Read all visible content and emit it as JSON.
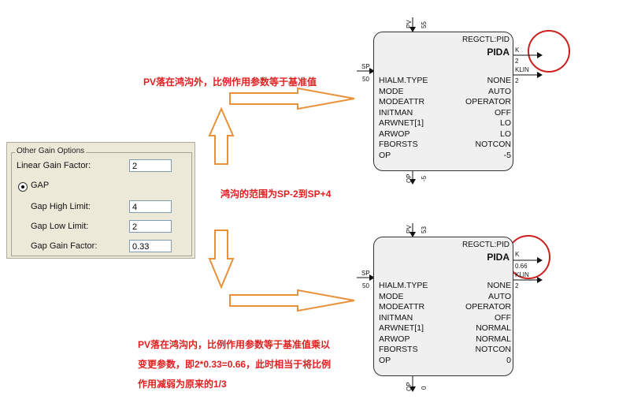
{
  "notes": {
    "top": "PV落在鸿沟外，比例作用参数等于基准值",
    "middle": "鸿沟的范围为SP-2到SP+4",
    "bottom_line1": "PV落在鸿沟内，比例作用参数等于基准值乘以",
    "bottom_line2": "变更参数，即2*0.33=0.66，此时相当于将比例",
    "bottom_line3": "作用减弱为原来的1/3"
  },
  "options_panel": {
    "group_title": "Other Gain Options",
    "linear_gain_label": "Linear Gain Factor:",
    "linear_gain_value": "2",
    "gap_label": "GAP",
    "gap_high_label": "Gap High Limit:",
    "gap_high_value": "4",
    "gap_low_label": "Gap Low Limit:",
    "gap_low_value": "2",
    "gap_gain_label": "Gap Gain Factor:",
    "gap_gain_value": "0.33"
  },
  "blocks": [
    {
      "type_label": "REGCTL:PID",
      "name": "PIDA",
      "pv_label": "PV",
      "pv_value": "55",
      "sp_label": "SP",
      "sp_value": "50",
      "k_label": "K",
      "k_value": "2",
      "klin_label": "KLIN",
      "klin_value": "2",
      "op_label": "OP",
      "op_value": "-5",
      "params": [
        {
          "name": "HIALM.TYPE",
          "value": "NONE"
        },
        {
          "name": "MODE",
          "value": "AUTO"
        },
        {
          "name": "MODEATTR",
          "value": "OPERATOR"
        },
        {
          "name": "INITMAN",
          "value": "OFF"
        },
        {
          "name": "ARWNET[1]",
          "value": "LO"
        },
        {
          "name": "ARWOP",
          "value": "LO"
        },
        {
          "name": "FBORSTS",
          "value": "NOTCON"
        },
        {
          "name": "OP",
          "value": "-5"
        }
      ]
    },
    {
      "type_label": "REGCTL:PID",
      "name": "PIDA",
      "pv_label": "PV",
      "pv_value": "53",
      "sp_label": "SP",
      "sp_value": "50",
      "k_label": "K",
      "k_value": "0.66",
      "klin_label": "KLIN",
      "klin_value": "2",
      "op_label": "OP",
      "op_value": "0",
      "params": [
        {
          "name": "HIALM.TYPE",
          "value": "NONE"
        },
        {
          "name": "MODE",
          "value": "AUTO"
        },
        {
          "name": "MODEATTR",
          "value": "OPERATOR"
        },
        {
          "name": "INITMAN",
          "value": "OFF"
        },
        {
          "name": "ARWNET[1]",
          "value": "NORMAL"
        },
        {
          "name": "ARWOP",
          "value": "NORMAL"
        },
        {
          "name": "FBORSTS",
          "value": "NOTCON"
        },
        {
          "name": "OP",
          "value": "0"
        }
      ]
    }
  ],
  "colors": {
    "note": "#e02020",
    "arrow_stroke": "#e8903a",
    "circle": "#cc2020"
  }
}
